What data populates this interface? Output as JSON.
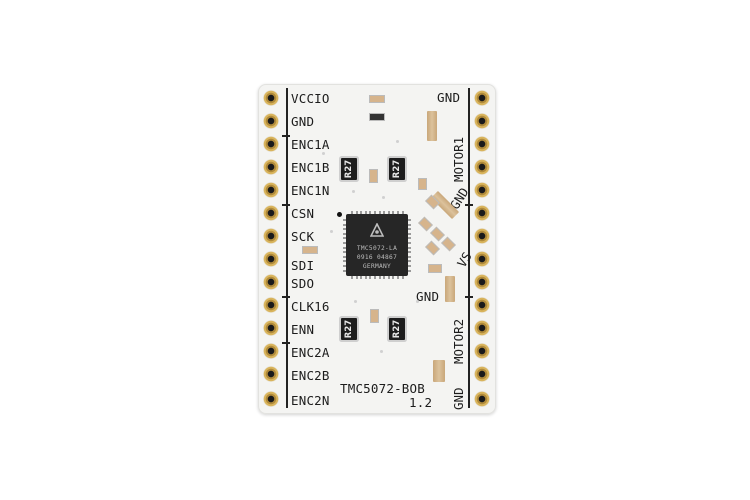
{
  "board": {
    "left_pins": [
      "VCCIO",
      "GND",
      "ENC1A",
      "ENC1B",
      "ENC1N",
      "CSN",
      "SCK",
      "SDI",
      "SDO",
      "CLK16",
      "ENN",
      "ENC2A",
      "ENC2B",
      "ENC2N"
    ],
    "right_labels": {
      "gnd_top": "GND",
      "motor1": "MOTOR1",
      "gnd_mid": "GND",
      "vs": "VS",
      "gnd_low": "GND",
      "motor2": "MOTOR2",
      "gnd_bottom": "GND"
    },
    "resistor_label": "R27",
    "board_name": "TMC5072-BOB",
    "board_version": "1.2"
  },
  "chip": {
    "line1": "TMC5072-LA",
    "line2": "0916 04867",
    "line3": "GERMANY"
  }
}
